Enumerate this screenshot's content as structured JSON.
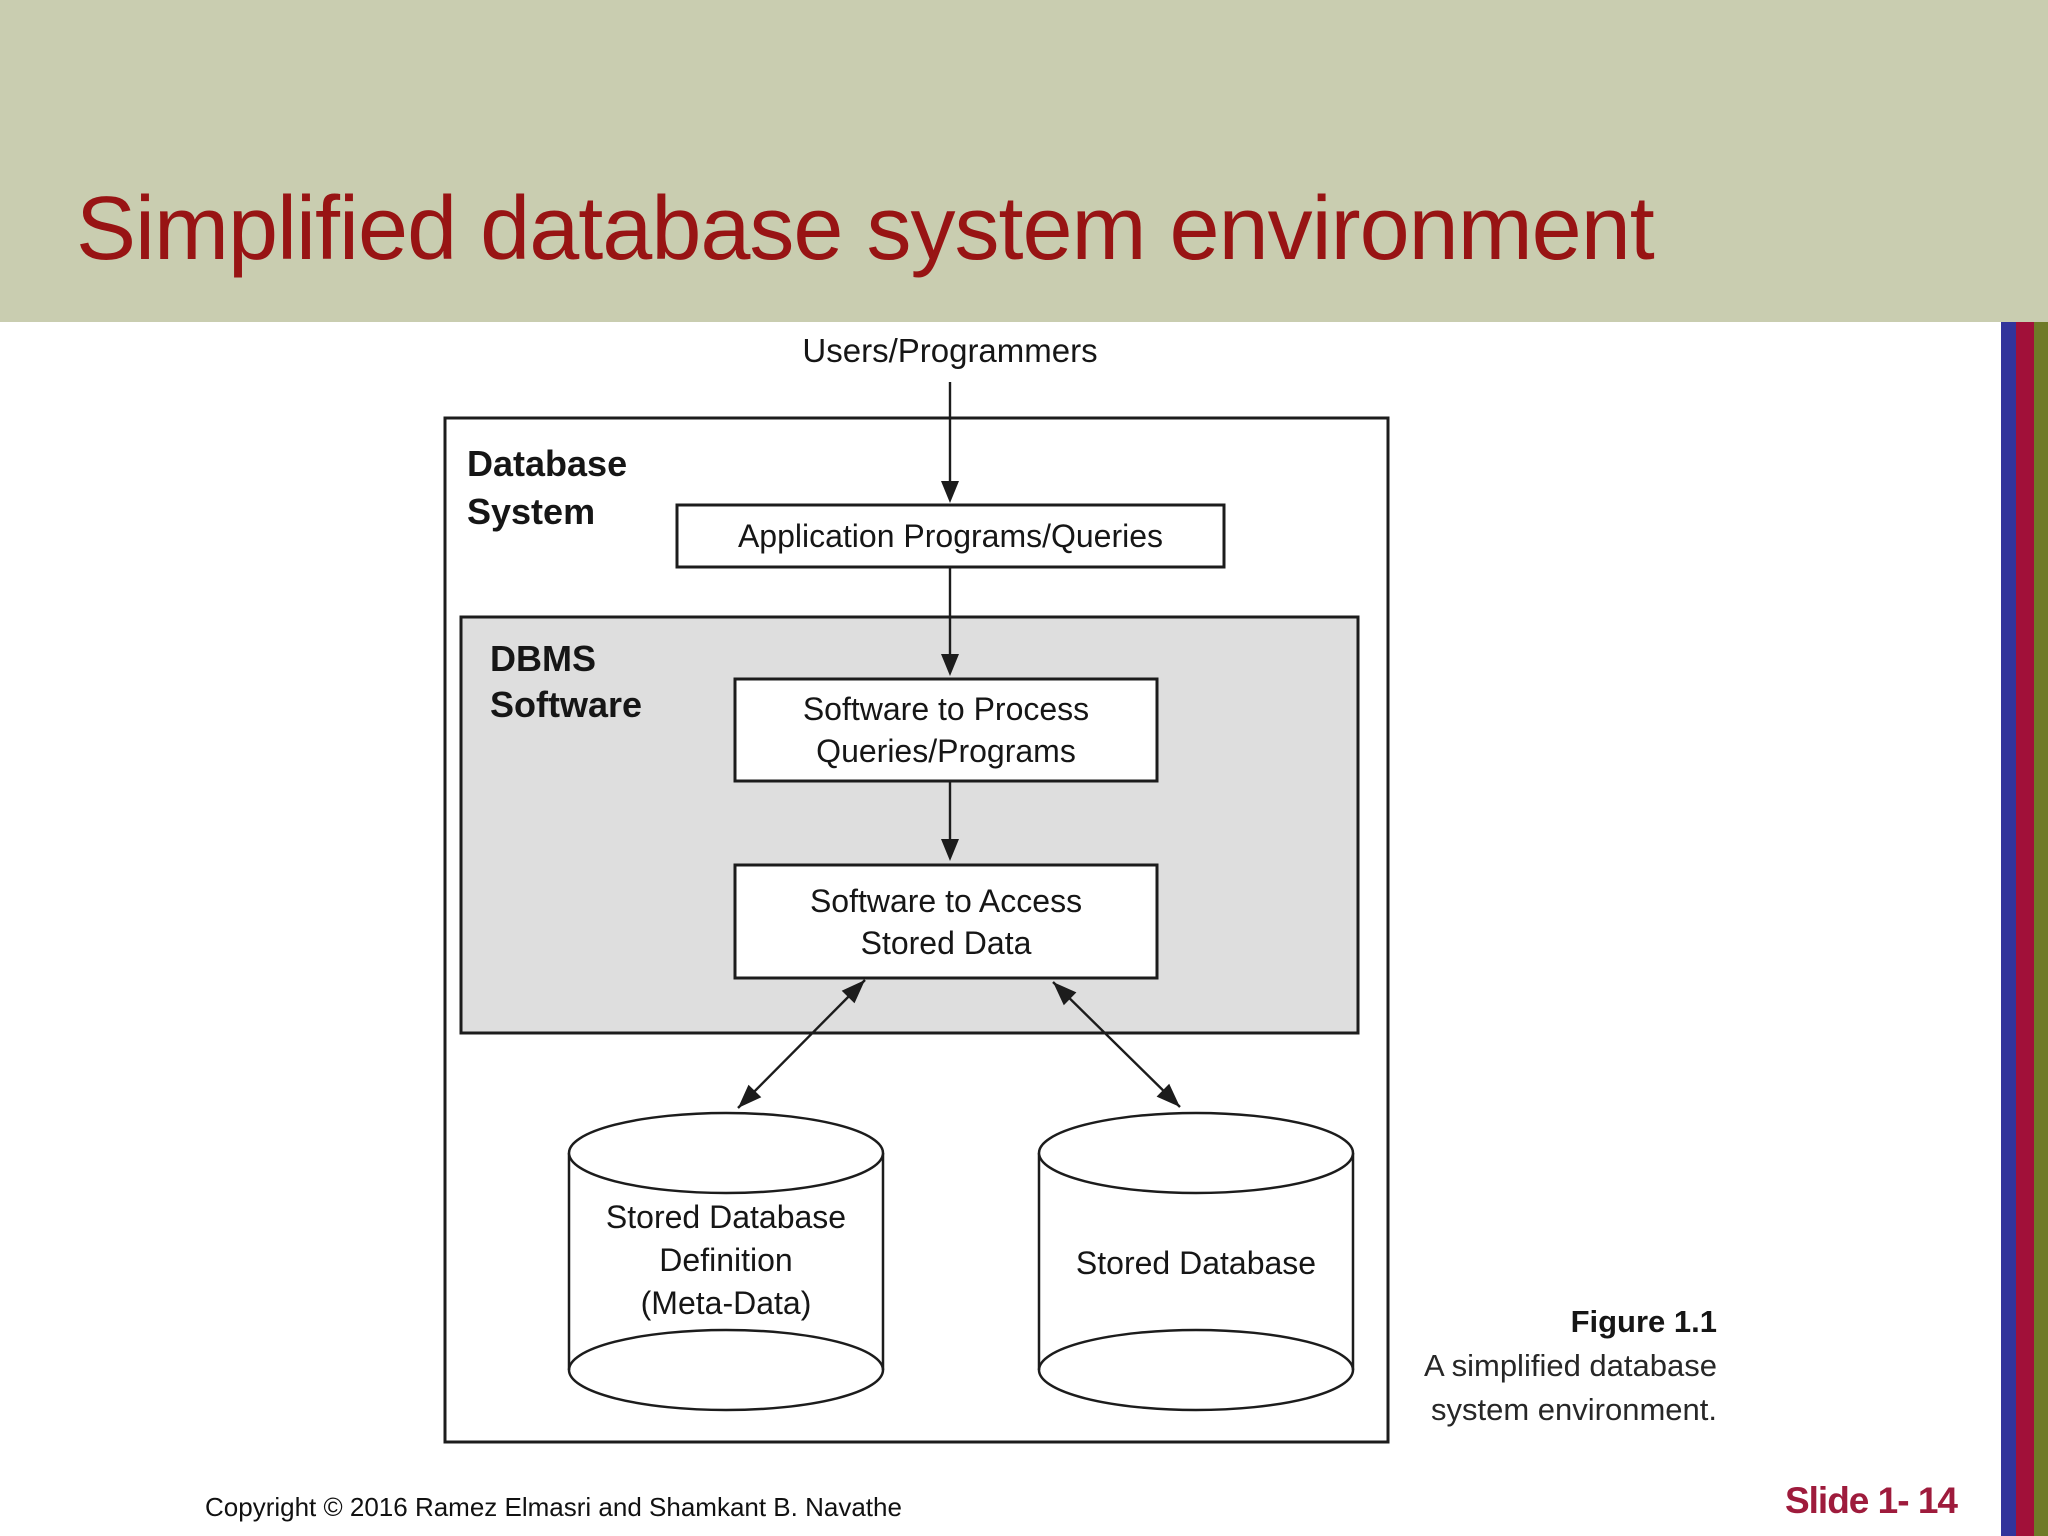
{
  "header": {
    "title": "Simplified database system environment"
  },
  "diagram": {
    "users_label": "Users/Programmers",
    "database_system": {
      "line1": "Database",
      "line2": "System"
    },
    "application_box": {
      "label": "Application Programs/Queries"
    },
    "dbms_software": {
      "line1": "DBMS",
      "line2": "Software"
    },
    "process_box": {
      "line1": "Software to Process",
      "line2": "Queries/Programs"
    },
    "access_box": {
      "line1": "Software to Access",
      "line2": "Stored Data"
    },
    "metadata_cylinder": {
      "line1": "Stored Database",
      "line2": "Definition",
      "line3": "(Meta-Data)"
    },
    "database_cylinder": {
      "label": "Stored Database"
    }
  },
  "caption": {
    "title": "Figure 1.1",
    "line1": "A simplified database",
    "line2": "system environment."
  },
  "footer": {
    "copyright": "Copyright © 2016 Ramez Elmasri and Shamkant B. Navathe",
    "slide_number": "Slide 1- 14"
  },
  "colors": {
    "header_background": "#c9cdb0",
    "title_text": "#981414",
    "slide_number_text": "#9e1b3c",
    "stripe_blue": "#32349b",
    "stripe_crimson": "#a11039",
    "stripe_olive": "#6e7a28",
    "dbms_box_fill": "#dedede",
    "diagram_line": "#1c1c1c"
  }
}
